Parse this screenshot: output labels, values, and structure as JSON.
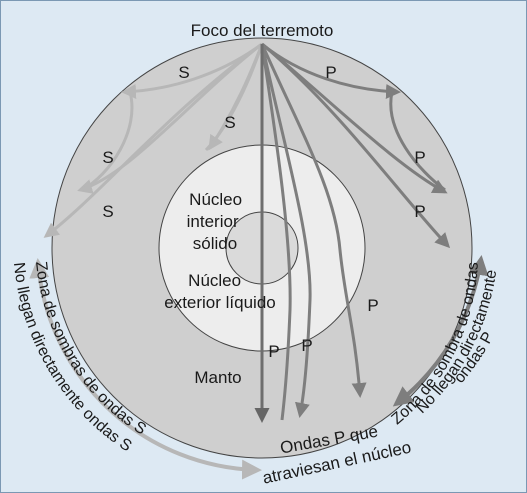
{
  "colors": {
    "background": "#dde9f3",
    "mantle": "#cfcfcf",
    "outer_core": "#ededed",
    "inner_core": "#dadada",
    "p_wave": "#7e7e7e",
    "s_wave": "#b7b7b7",
    "direct_wave": "#6e6e6e"
  },
  "labels": {
    "focus": "Foco del terremoto",
    "inner_core": [
      "Núcleo",
      "interior",
      "sólido"
    ],
    "outer_core": [
      "Núcleo",
      "exterior líquido"
    ],
    "mantle": "Manto",
    "wave_s": "S",
    "wave_p": "P",
    "s_shadow_line1": "Zona de sombras de ondas S",
    "s_shadow_line2": "No llegan directamente ondas S",
    "p_shadow_right_line1": "Zona de sombra de ondas P",
    "p_shadow_right_line2": "No llegan directamente",
    "p_shadow_right_line3": "ondas P",
    "p_core_line1": "Ondas P que",
    "p_core_line2": "atraviesan el núcleo"
  }
}
